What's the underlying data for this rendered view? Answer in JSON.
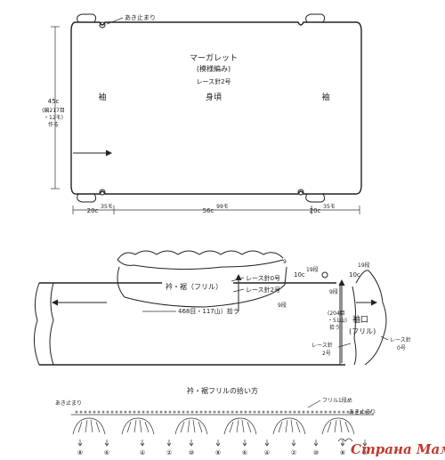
{
  "top": {
    "title": "マーガレット",
    "pattern": "(模様編み)",
    "needle": "レース針2号",
    "left_sleeve": "袖",
    "body": "身頃",
    "right_sleeve": "袖",
    "opening_label": "あき止まり",
    "height_label": "45c",
    "height_detail": "(編217目",
    "height_detail2": "・12モ)",
    "height_detail3": "作る",
    "dim_left": "20c",
    "dim_left_mod": "35モ",
    "dim_center": "56c",
    "dim_center_mod": "99モ",
    "dim_right": "20c",
    "dim_right_mod": "35モ"
  },
  "middle": {
    "collar_label": "衿・裾（フリル）",
    "needle0": "レース針0号",
    "needle2": "レース針2号",
    "pick_label": "468目・117山）拾う",
    "row_9": "9",
    "row_10c": "10c",
    "row_19": "19段",
    "row_9b": "9段",
    "right_10c": "10c",
    "right_19": "19段",
    "right_9": "9段",
    "cuff_pick": "(204目",
    "cuff_pick2": "・51山)",
    "cuff_pick3": "拾う",
    "cuff_label": "袖口",
    "cuff_label2": "(フリル)",
    "cuff_needle2": "レース針",
    "cuff_needle2b": "2号",
    "cuff_needle0": "レース針",
    "cuff_needle0b": "0号"
  },
  "bottom": {
    "title": "衿・裾フリルの拾い方",
    "opening_left": "あき止まり",
    "frill_row": "フリル1段め",
    "opening_right": "あき止まり",
    "marks": [
      "⑧",
      "⑥",
      "④",
      "②",
      "⑩",
      "⑧",
      "⑥",
      "④",
      "②",
      "⑩",
      "⑧",
      "⑤"
    ]
  },
  "watermark": "Страна Мам"
}
